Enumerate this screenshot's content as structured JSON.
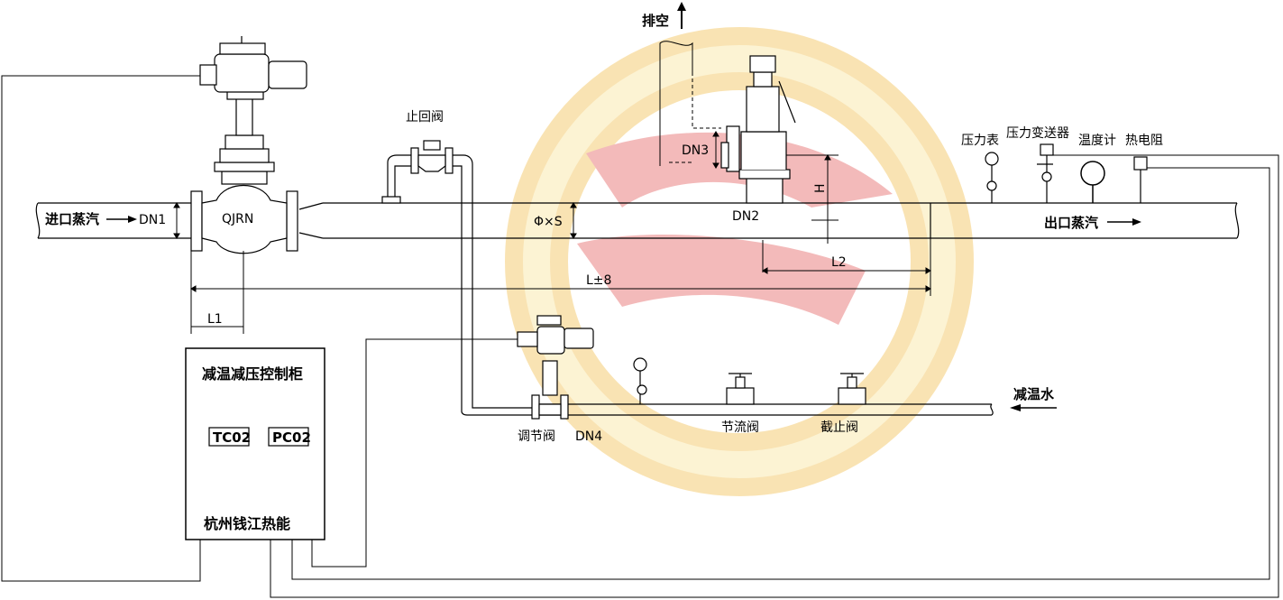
{
  "labels": {
    "inlet_steam": "进口蒸汽",
    "dn1": "DN1",
    "main_valve": "QJRN",
    "check_valve": "止回阀",
    "vent": "排空",
    "dn3": "DN3",
    "dn2": "DN2",
    "h": "H",
    "phi_s": "Φ×S",
    "outlet_steam": "出口蒸汽",
    "pressure_gauge": "压力表",
    "pressure_transmitter": "压力变送器",
    "thermometer": "温度计",
    "thermal_resistor": "热电阻",
    "l2": "L2",
    "l_total": "L±8",
    "l1": "L1",
    "regulating_valve": "调节阀",
    "dn4": "DN4",
    "throttle_valve": "节流阀",
    "stop_valve": "截止阀",
    "desuperheating_water": "减温水"
  },
  "control_cabinet": {
    "title": "减温减压控制柜",
    "tc": "TC02",
    "pc": "PC02",
    "maker": "杭州钱江热能"
  },
  "colors": {
    "line": "#000000",
    "watermark_yellow": "#f5d987",
    "watermark_red": "#ec8c8c"
  }
}
